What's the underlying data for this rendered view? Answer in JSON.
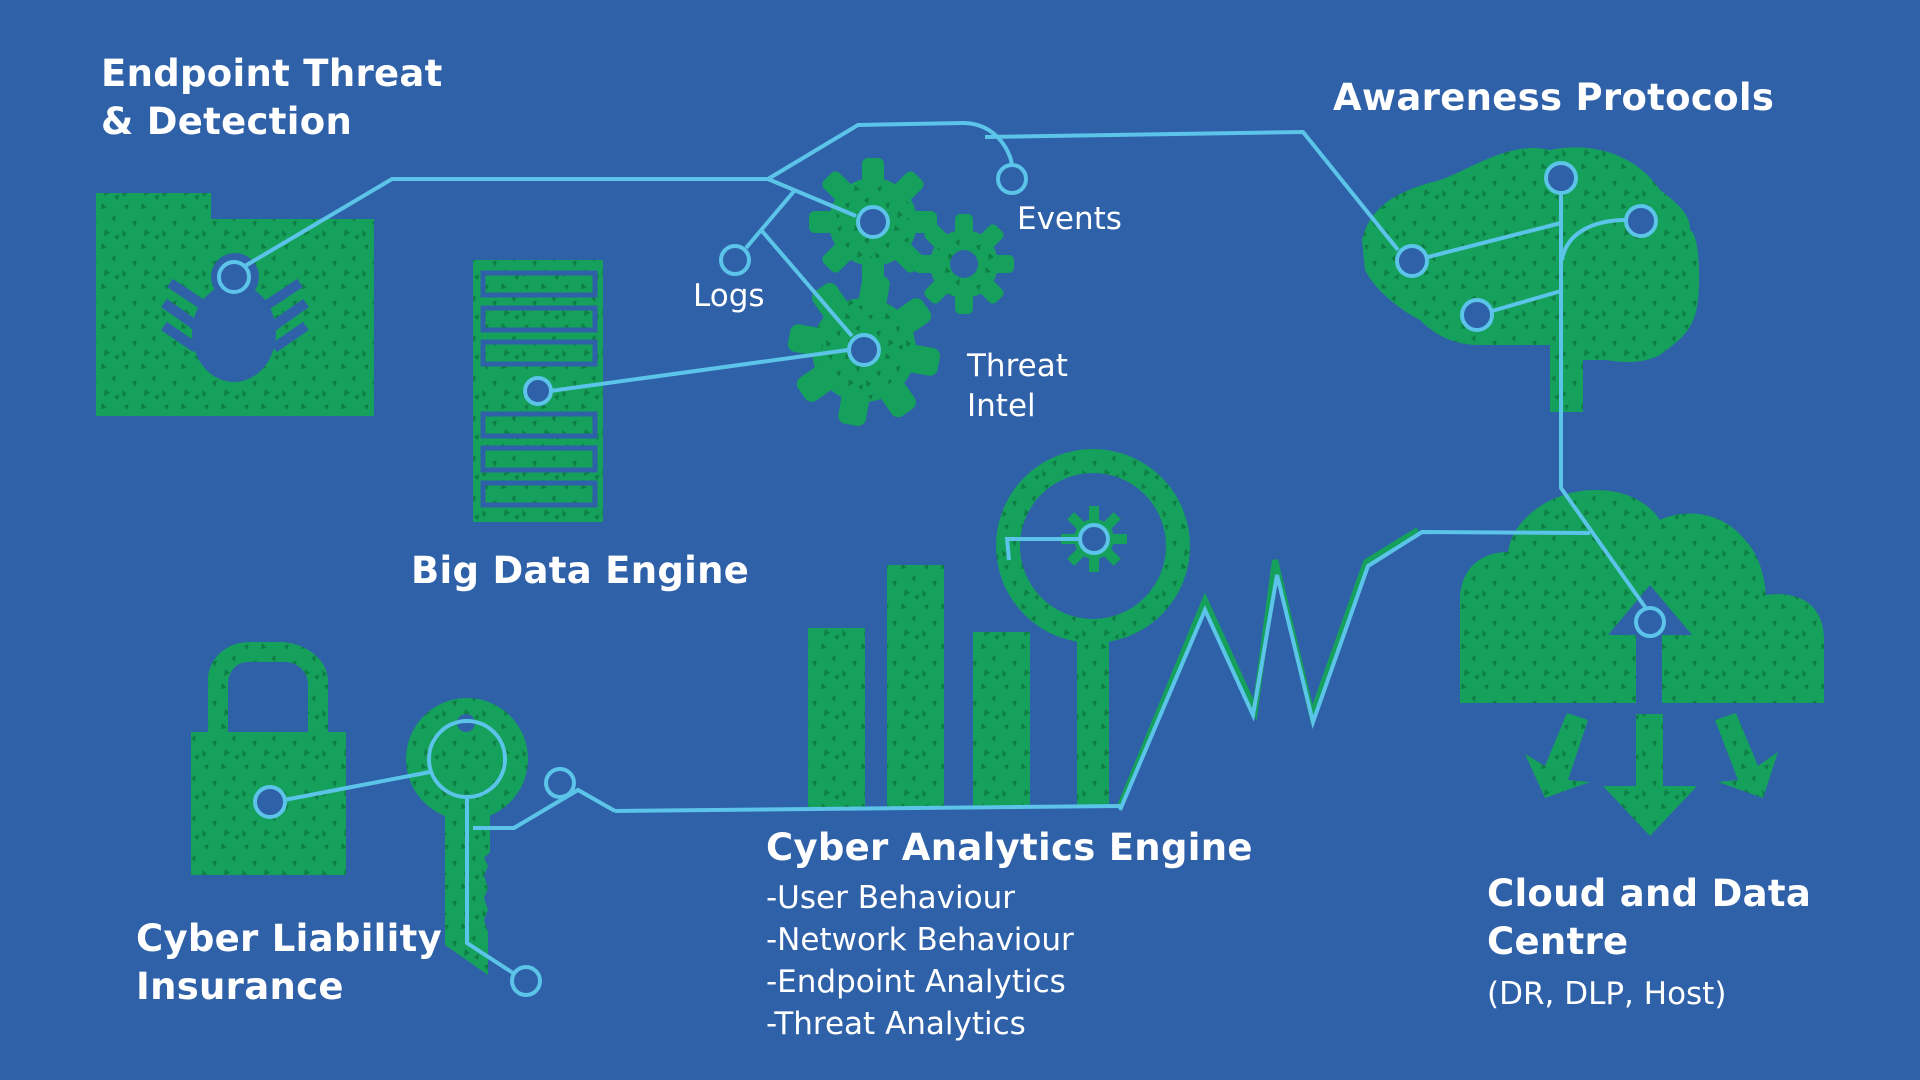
{
  "colors": {
    "background": "#2F61A9",
    "icon_green": "#15A05B",
    "connector_line": "#5BC4E8",
    "text": "#FFFFFF"
  },
  "sections": {
    "endpoint": {
      "title": "Endpoint Threat\n& Detection",
      "icon": "folder-bug-icon"
    },
    "big_data": {
      "title": "Big Data Engine",
      "icon": "server-icon"
    },
    "awareness": {
      "title": "Awareness Protocols",
      "icon": "brain-icon"
    },
    "cyber_liability": {
      "title": "Cyber Liability\nInsurance",
      "icon": "padlock-key-icon"
    },
    "cyber_analytics": {
      "title": "Cyber Analytics Engine",
      "icon": "bar-chart-magnifier-icon",
      "items": [
        "-User Behaviour",
        "-Network Behaviour",
        "-Endpoint Analytics",
        "-Threat Analytics"
      ]
    },
    "cloud": {
      "title": "Cloud and Data\nCentre",
      "subtitle": "(DR, DLP, Host)",
      "icon": "cloud-arrows-icon"
    }
  },
  "gear_labels": {
    "logs": "Logs",
    "events": "Events",
    "threat_intel": "Threat\nIntel"
  }
}
